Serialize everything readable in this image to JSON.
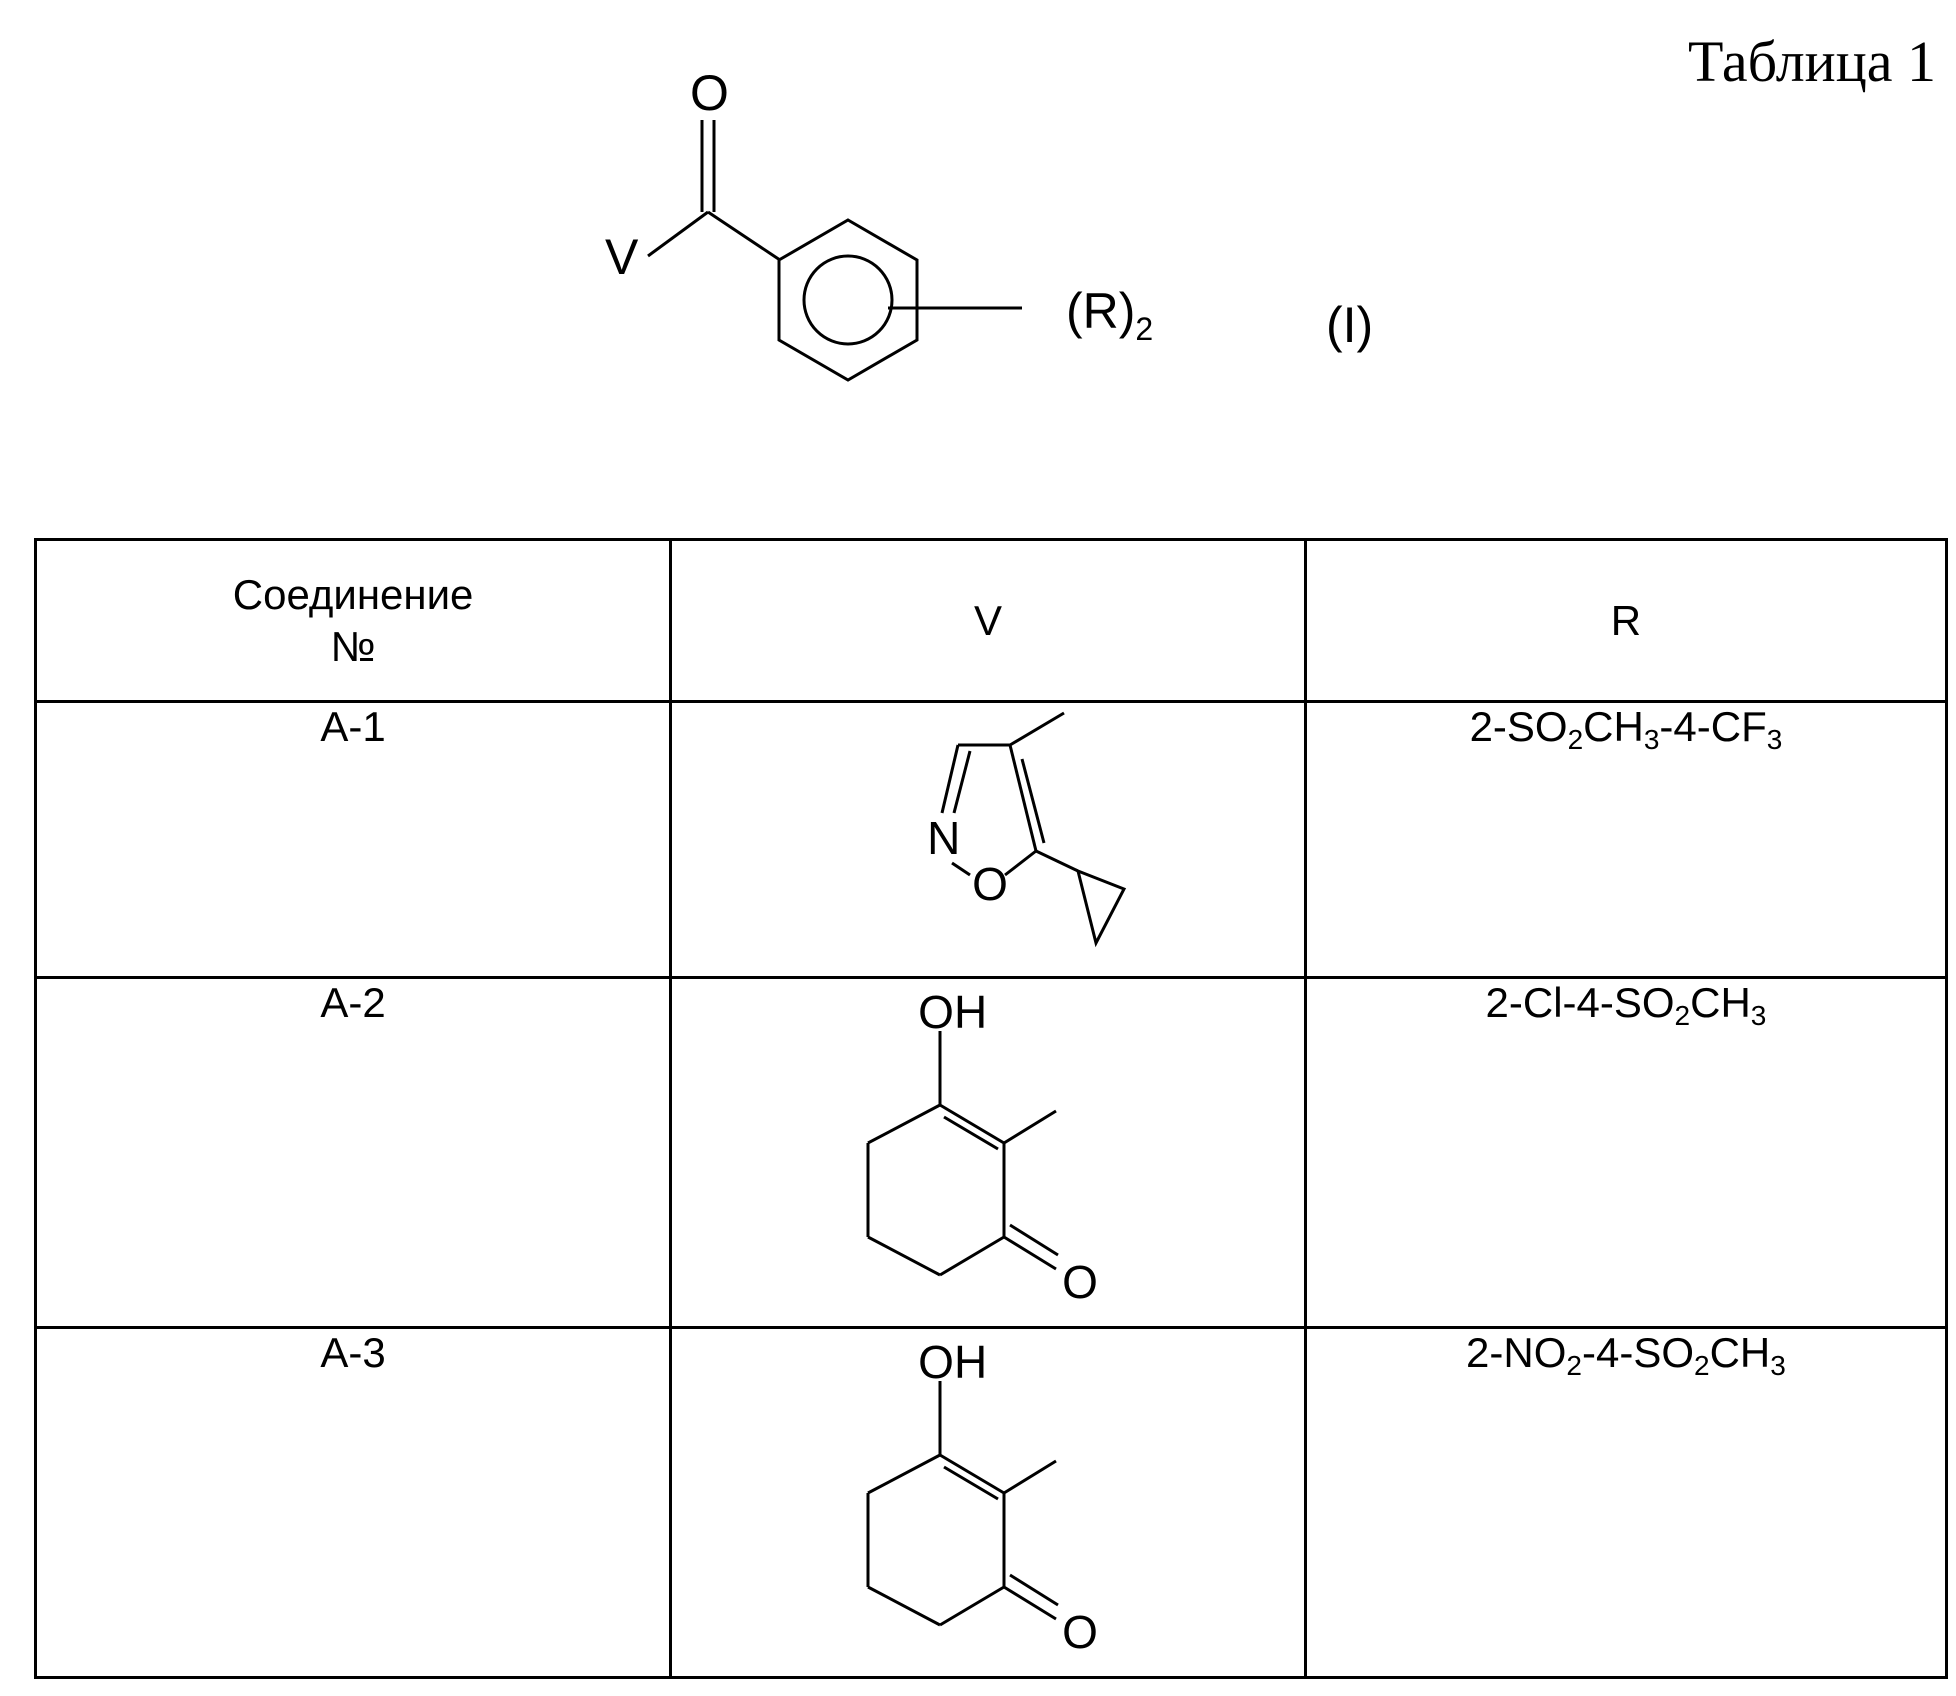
{
  "caption": "Таблица 1",
  "formula": {
    "carbonyl_o": "O",
    "v_label": "V",
    "substituent": "(R)",
    "substituent_sub": "2",
    "formula_number": "(I)"
  },
  "table": {
    "headers": {
      "compound_line1": "Соединение",
      "compound_line2": "№",
      "v": "V",
      "r": "R"
    },
    "rows": [
      {
        "compound": "A-1",
        "v_atoms": {
          "n": "N",
          "o": "O"
        },
        "r": {
          "p1": "2-SO",
          "s1": "2",
          "p2": "CH",
          "s2": "3",
          "p3": "-4-CF",
          "s3": "3",
          "p4": ""
        }
      },
      {
        "compound": "A-2",
        "v_atoms": {
          "oh": "OH",
          "o": "O"
        },
        "r": {
          "p1": "2-Cl-4-SO",
          "s1": "2",
          "p2": "CH",
          "s2": "3",
          "p3": "",
          "s3": "",
          "p4": ""
        }
      },
      {
        "compound": "A-3",
        "v_atoms": {
          "oh": "OH",
          "o": "O"
        },
        "r": {
          "p1": "2-NO",
          "s1": "2",
          "p2": "-4-SO",
          "s2": "2",
          "p3": "CH",
          "s3": "3",
          "p4": ""
        }
      }
    ]
  }
}
